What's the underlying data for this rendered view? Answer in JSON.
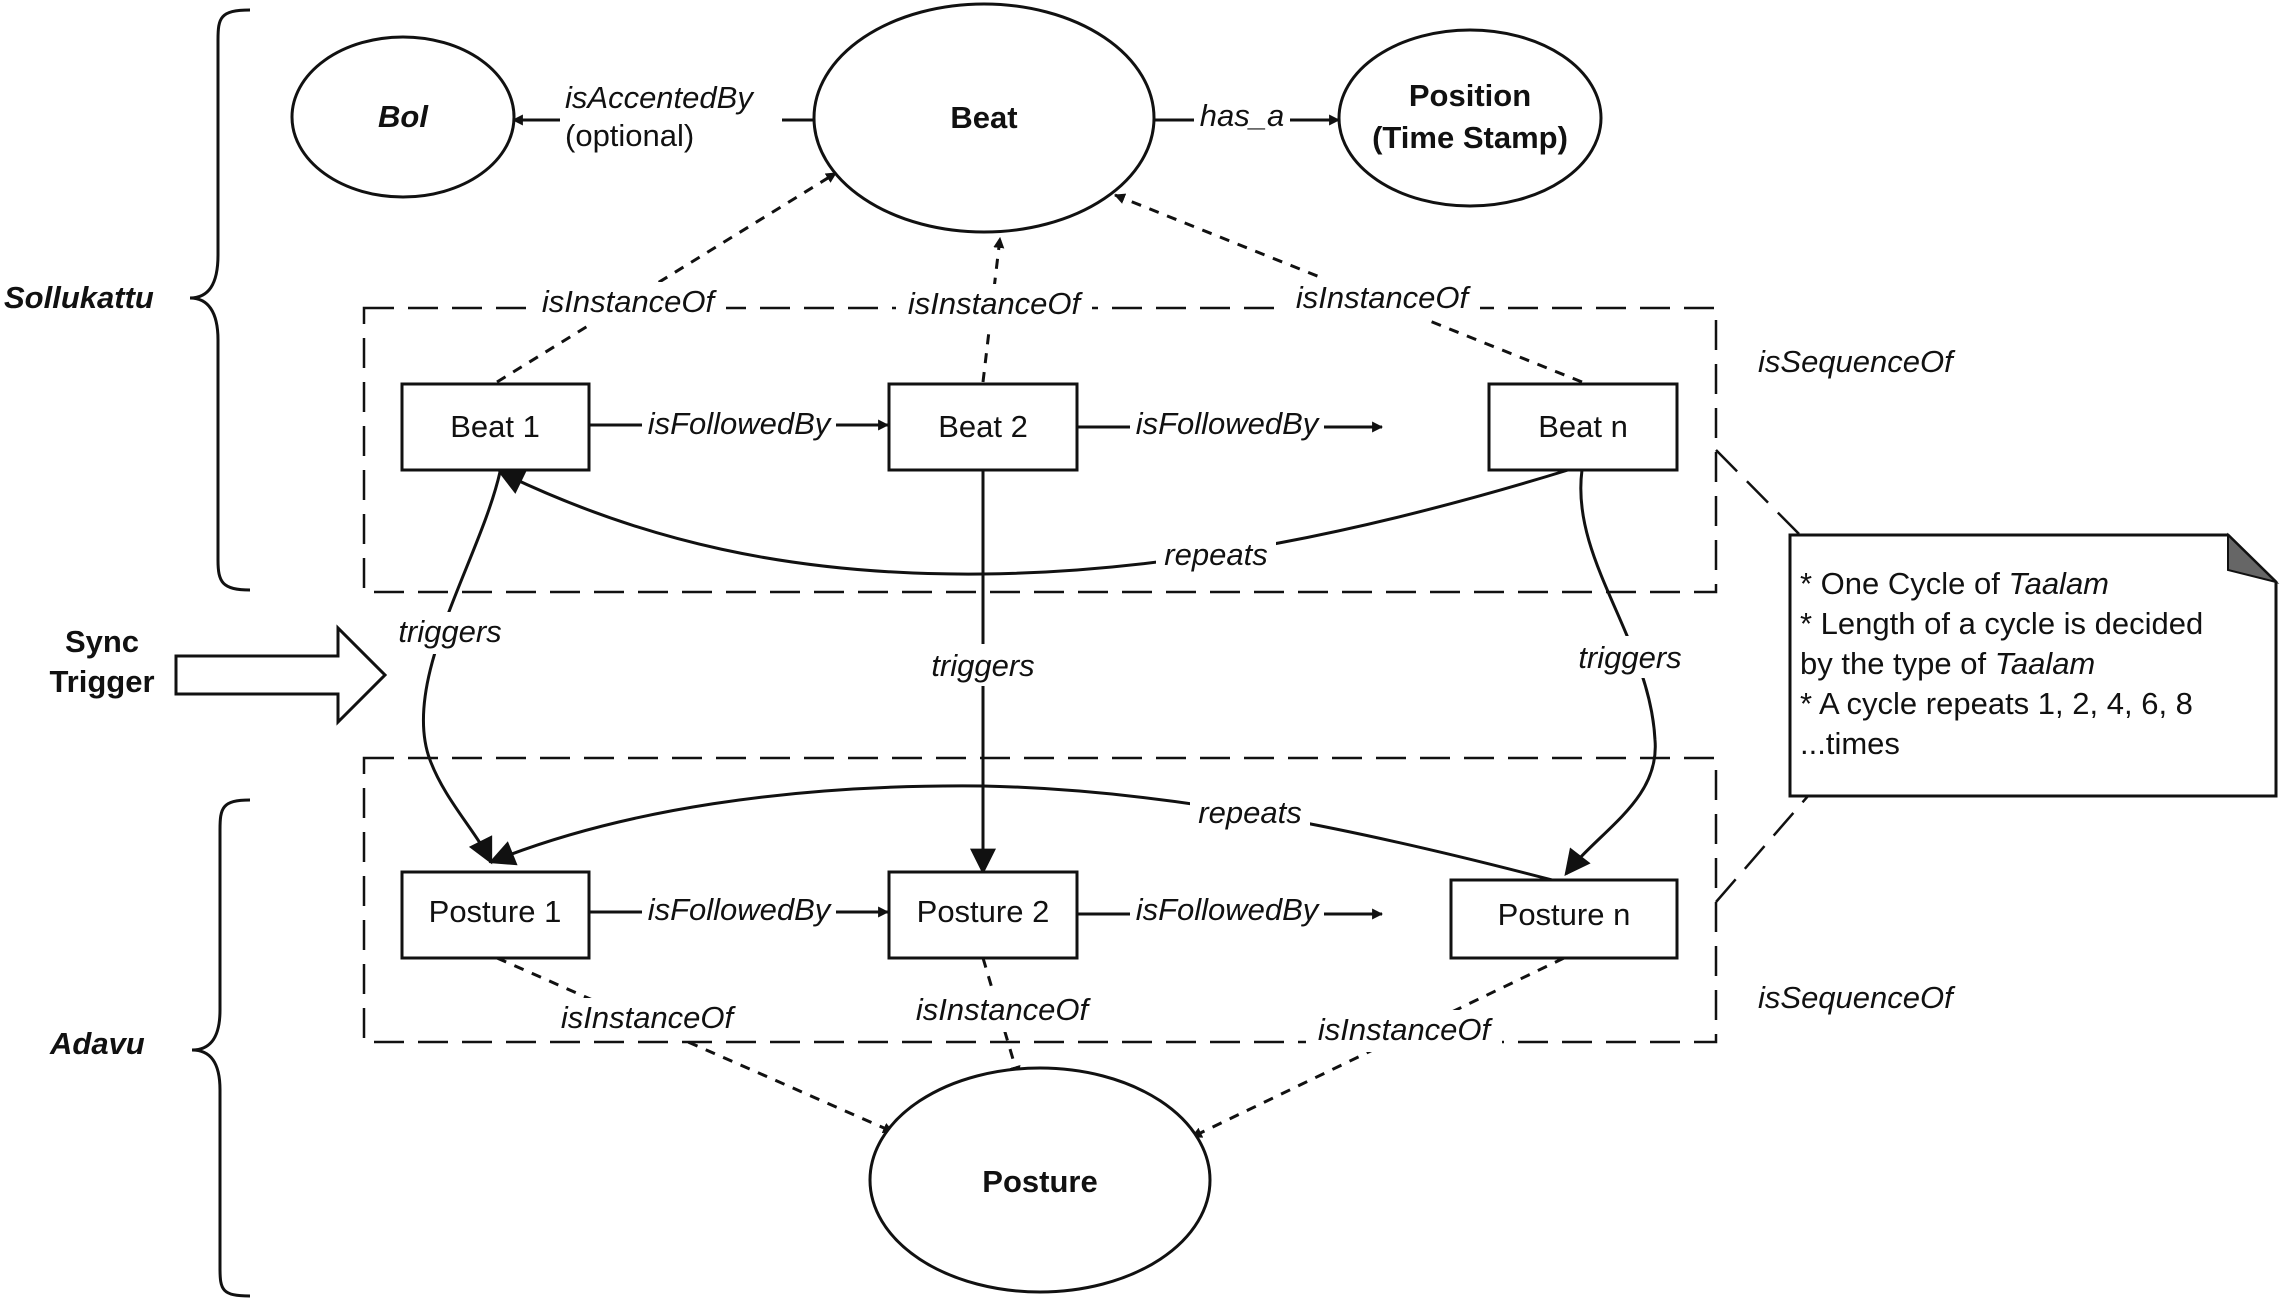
{
  "nodes": {
    "bol": "Bol",
    "beat": "Beat",
    "position": [
      "Position",
      "(Time Stamp)"
    ],
    "beat1": "Beat 1",
    "beat2": "Beat 2",
    "beatn": "Beat n",
    "posture1": "Posture 1",
    "posture2": "Posture 2",
    "posturen": "Posture n",
    "posture": "Posture"
  },
  "edges": {
    "is_accented_by": "isAccentedBy",
    "optional": "(optional)",
    "has_a": "has_a",
    "is_instance_of": "isInstanceOf",
    "is_followed_by": "isFollowedBy",
    "repeats": "repeats",
    "triggers": "triggers",
    "is_sequence_of": "isSequenceOf"
  },
  "side_labels": {
    "sollukattu": "Sollukattu",
    "adavu": "Adavu",
    "sync_trigger": [
      "Sync",
      "Trigger"
    ]
  },
  "note": {
    "lines": [
      [
        {
          "t": "* One Cycle of "
        },
        {
          "t": "Taalam",
          "i": true
        }
      ],
      [
        {
          "t": "* Length of a cycle is decided"
        }
      ],
      [
        {
          "t": "by the type of "
        },
        {
          "t": "Taalam",
          "i": true
        }
      ],
      [
        {
          "t": "* A cycle repeats 1, 2, 4, 6, 8"
        }
      ],
      [
        {
          "t": "...times"
        }
      ]
    ]
  }
}
